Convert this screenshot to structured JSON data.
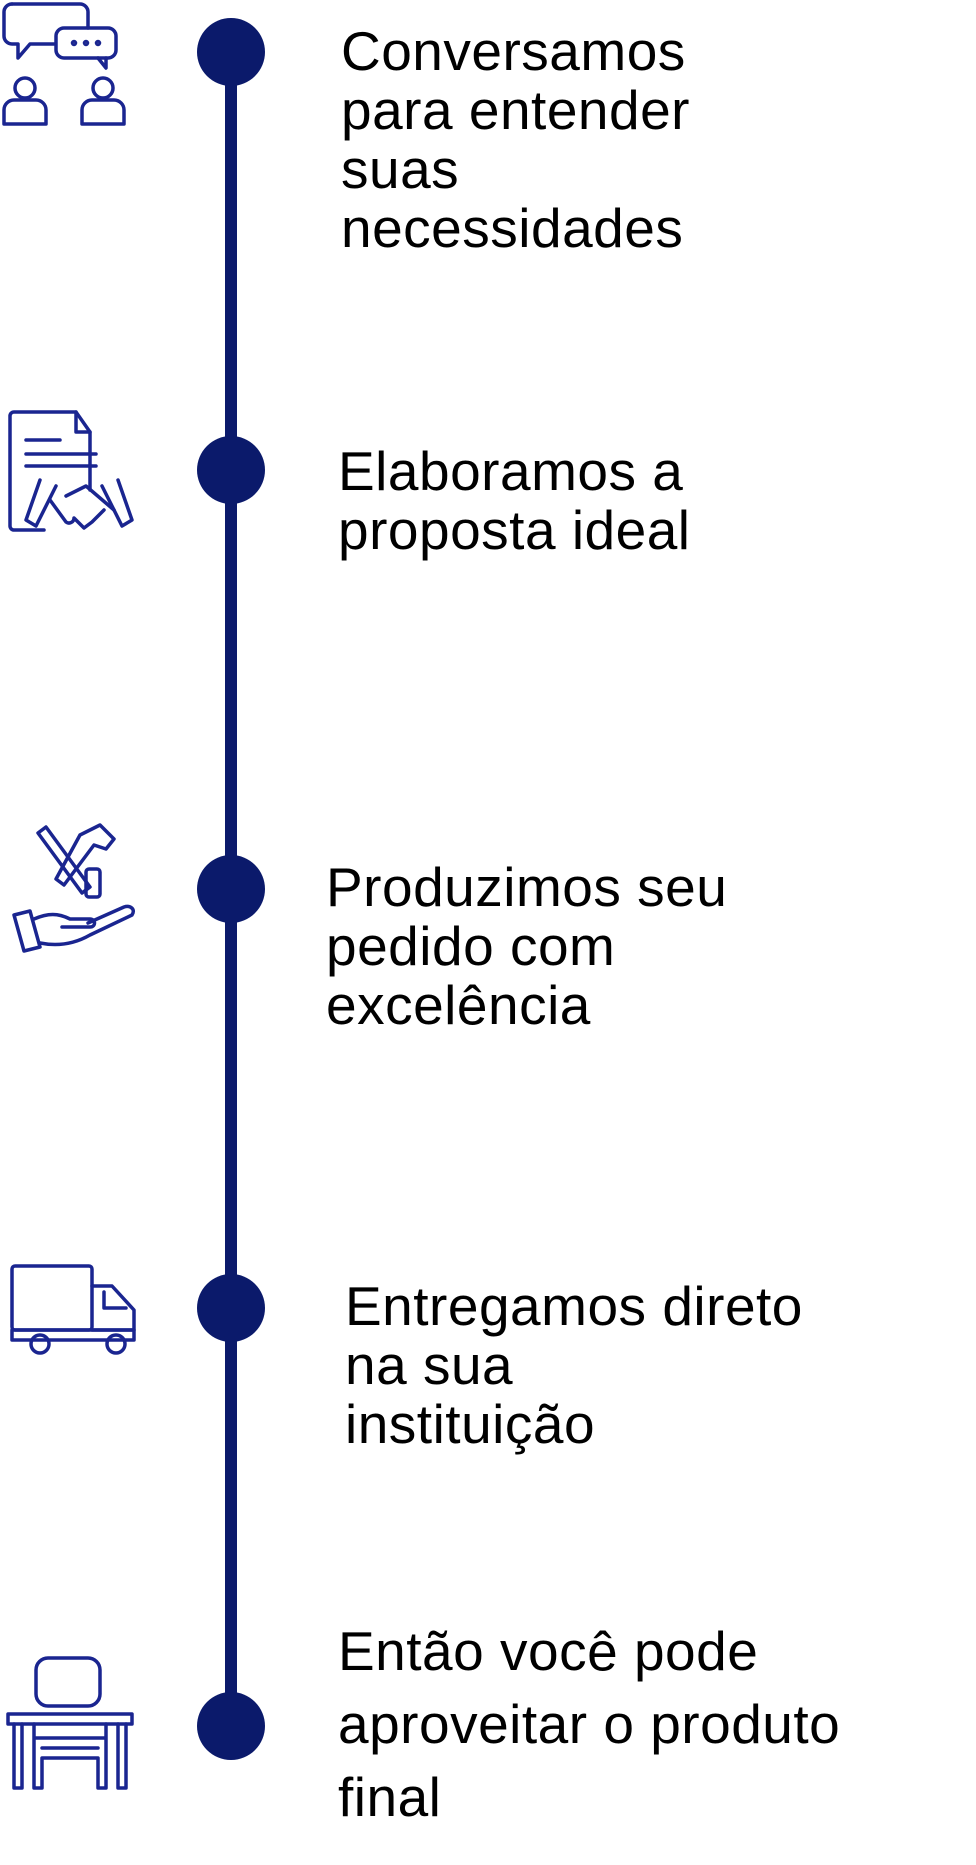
{
  "accent_color": "#0b1a6b",
  "steps": [
    {
      "icon": "conversation-people-icon",
      "text": "Conversamos\npara entender\nsuas\nnecessidades"
    },
    {
      "icon": "document-handshake-icon",
      "text": "Elaboramos a\nproposta ideal"
    },
    {
      "icon": "tools-hand-icon",
      "text": "Produzimos seu\npedido com\nexcelência"
    },
    {
      "icon": "delivery-truck-icon",
      "text": "Entregamos direto\nna sua\ninstituição"
    },
    {
      "icon": "desk-chair-icon",
      "text": "Então você pode\naproveitar o produto\nfinal"
    }
  ]
}
